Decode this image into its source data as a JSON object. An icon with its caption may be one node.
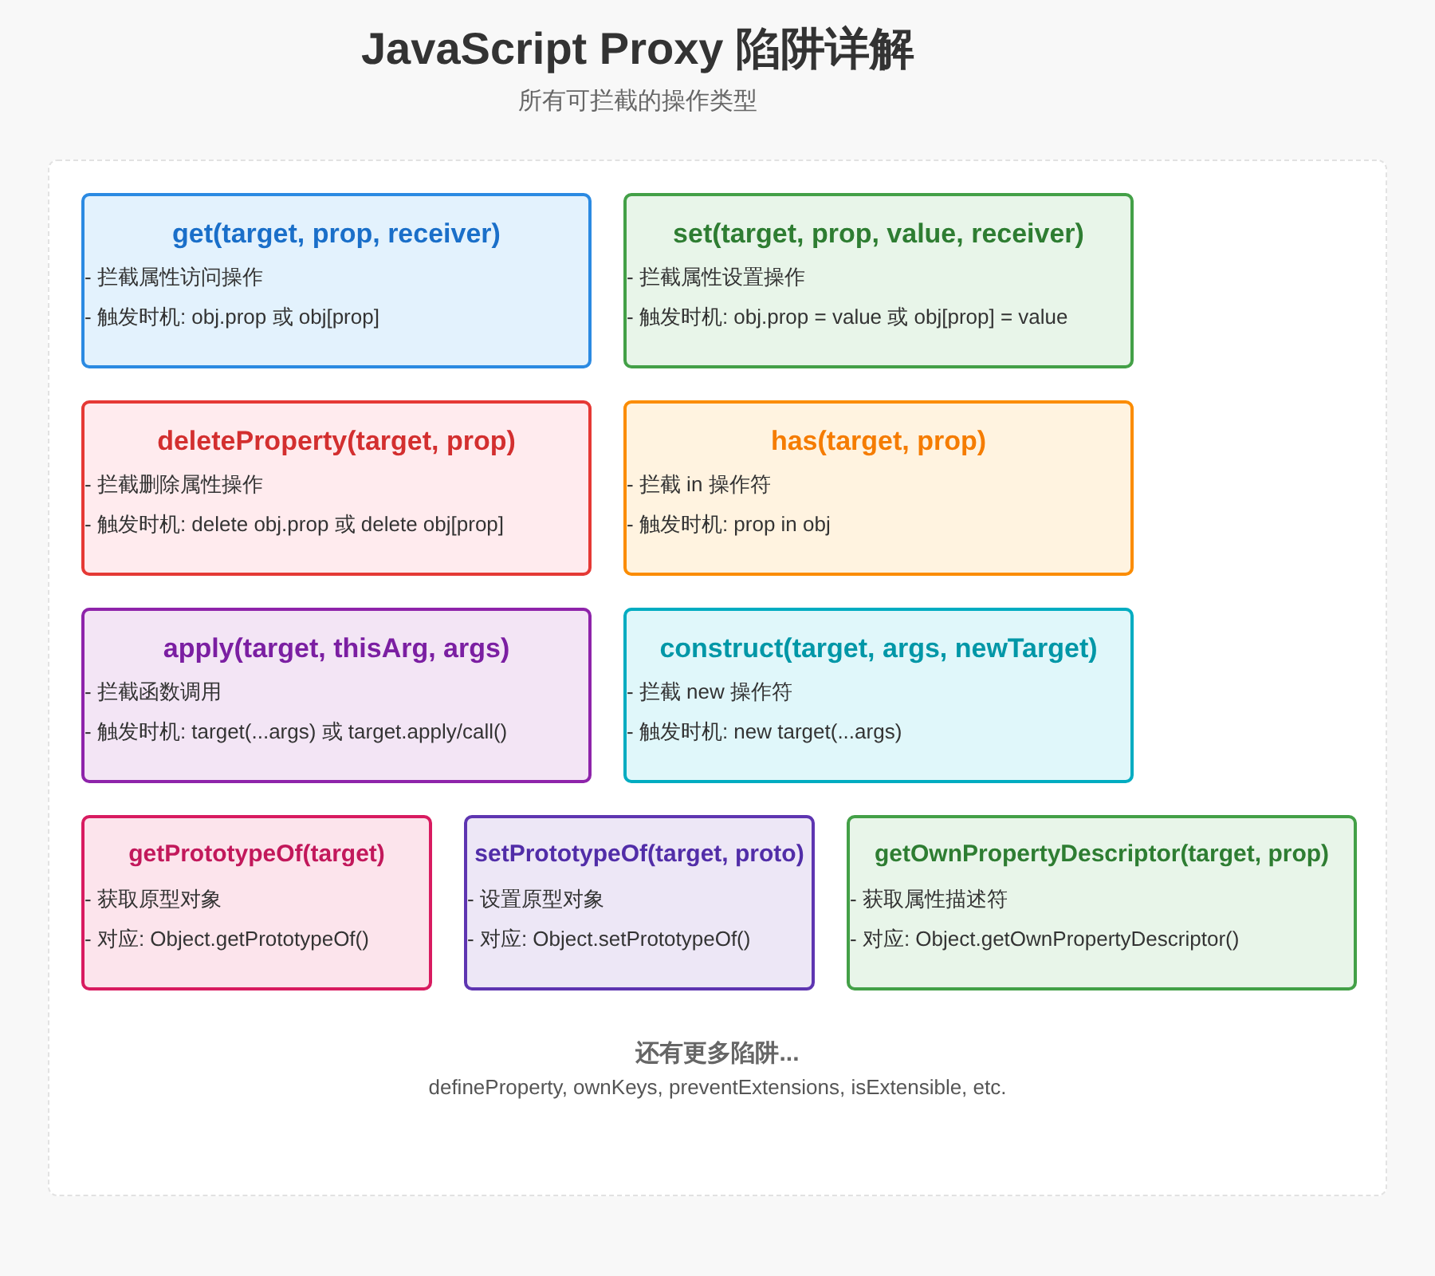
{
  "diagram": {
    "title": "JavaScript Proxy 陷阱详解",
    "nodes": [
      {
        "text": [
          "还有更多陷阱...",
          "defineProperty, ownKeys, preventExtensions, isExtensible, etc."
        ]
      },
      {
        "text": [
          "get(target, prop, receiver)",
          "- 拦截属性访问操作",
          "- 触发时机: obj.prop 或 obj[prop]"
        ],
        "in": 0
      },
      {
        "text": [
          "set(target, prop, value, receiver)",
          "- 拦截属性设置操作",
          "- 触发时机: obj.prop = value 或 obj[prop] = value"
        ],
        "in": 0
      },
      {
        "text": [
          "deleteProperty(target, prop)",
          "- 拦截删除属性操作",
          "- 触发时机: delete obj.prop 或 delete obj[prop]"
        ],
        "in": 0
      },
      {
        "text": [
          "has(target, prop)",
          "- 拦截 in 操作符",
          "- 触发时机: prop in obj"
        ],
        "in": 0
      },
      {
        "text": [
          "apply(target, thisArg, args)",
          "- 拦截函数调用",
          "- 触发时机: target(...args) 或 target.apply/call()"
        ],
        "in": 0
      },
      {
        "text": [
          "construct(target, args, newTarget)",
          "- 拦截 new 操作符",
          "- 触发时机: new target(...args)"
        ],
        "in": 0
      },
      {
        "text": [
          "getPrototypeOf(target)",
          "- 获取原型对象",
          "- 对应: Object.getPrototypeOf()"
        ],
        "in": 0
      },
      {
        "text": [
          "setPrototypeOf(target, proto)",
          "- 设置原型对象",
          "- 对应: Object.setPrototypeOf()"
        ],
        "in": 0
      },
      {
        "text": [
          "getOwnPropertyDescriptor(target, prop)",
          "- 获取属性描述符",
          "- 对应: Object.getOwnPropertyDescriptor()"
        ],
        "in": 0
      }
    ],
    "labels": [
      "所有可拦截的操作类型"
    ]
  }
}
